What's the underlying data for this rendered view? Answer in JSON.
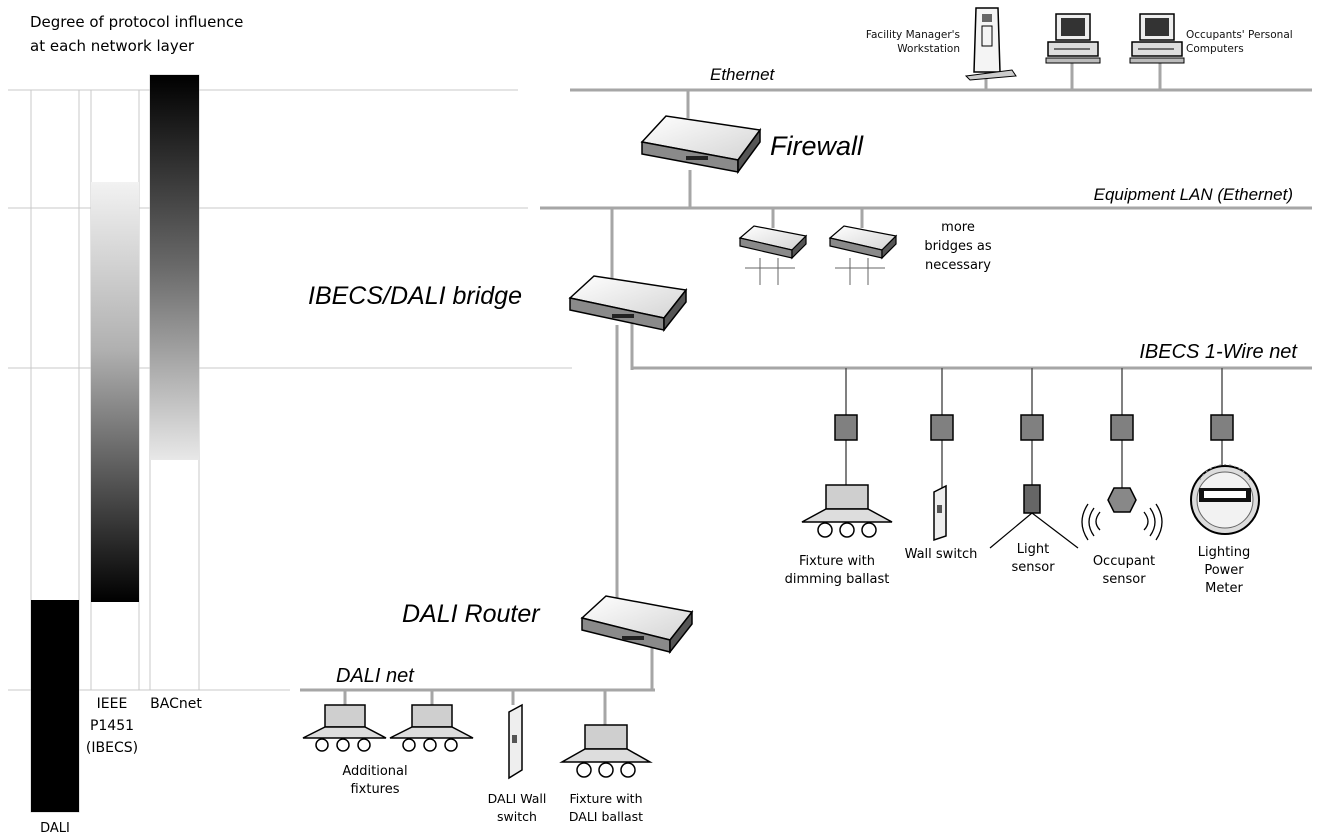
{
  "legend": {
    "title_line1": "Degree of protocol influence",
    "title_line2": "at each network layer",
    "columns": [
      {
        "label_lines": [
          "DALI"
        ]
      },
      {
        "label_lines": [
          "IEEE",
          "P1451",
          "(IBECS)"
        ]
      },
      {
        "label_lines": [
          "BACnet"
        ]
      }
    ]
  },
  "network": {
    "ethernet_label": "Ethernet",
    "facility_manager_line1": "Facility Manager's",
    "facility_manager_line2": "Workstation",
    "occupants_line1": "Occupants' Personal",
    "occupants_line2": "Computers",
    "firewall_label": "Firewall",
    "equipment_lan_label": "Equipment LAN (Ethernet)",
    "more_bridges_line1": "more",
    "more_bridges_line2": "bridges as",
    "more_bridges_line3": "necessary",
    "bridge_label": "IBECS/DALI bridge",
    "onewire_label": "IBECS 1-Wire net",
    "router_label": "DALI Router",
    "dali_net_label": "DALI net",
    "devices": [
      {
        "lines": [
          "Fixture with",
          "dimming ballast"
        ]
      },
      {
        "lines": [
          "Wall switch"
        ]
      },
      {
        "lines": [
          "Light",
          "sensor"
        ]
      },
      {
        "lines": [
          "Occupant",
          "sensor"
        ]
      },
      {
        "lines": [
          "Lighting",
          "Power",
          "Meter"
        ]
      }
    ],
    "dali_devices": {
      "additional_line1": "Additional",
      "additional_line2": "fixtures",
      "wall_switch_line1": "DALI Wall",
      "wall_switch_line2": "switch",
      "fixture_line1": "Fixture with",
      "fixture_line2": "DALI ballast"
    }
  }
}
